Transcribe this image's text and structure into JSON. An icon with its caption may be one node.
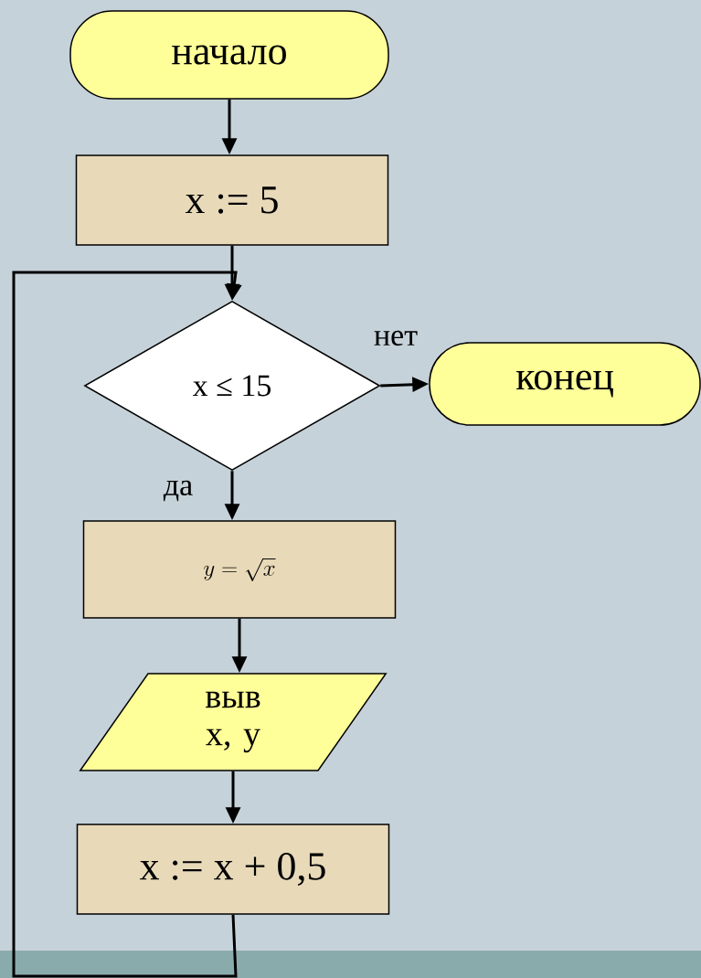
{
  "diagram": {
    "nodes": [
      {
        "text": [
          "начало"
        ]
      },
      {
        "text": [
          "x := 5"
        ]
      },
      {
        "text": [
          "x ≤ 15"
        ]
      },
      {
        "text": [
          "конец"
        ]
      },
      {
        "text": [
          "y = \\sqrt{x}"
        ]
      },
      {
        "text": [
          "выв x, y"
        ]
      },
      {
        "text": [
          "x := x + 0,5"
        ]
      }
    ],
    "edges": [
      {
        "from": 0,
        "to": 1,
        "arrow": "to"
      },
      {
        "from": 1,
        "to": 2,
        "arrow": "to"
      },
      {
        "from": 2,
        "to": 3,
        "arrow": "to",
        "label": "нет"
      },
      {
        "from": 2,
        "to": 4,
        "arrow": "to",
        "label": "да"
      },
      {
        "from": 4,
        "to": 5,
        "arrow": "to"
      },
      {
        "from": 5,
        "to": 6,
        "arrow": "to"
      },
      {
        "from": 6,
        "to": 2,
        "arrow": "to"
      }
    ]
  }
}
